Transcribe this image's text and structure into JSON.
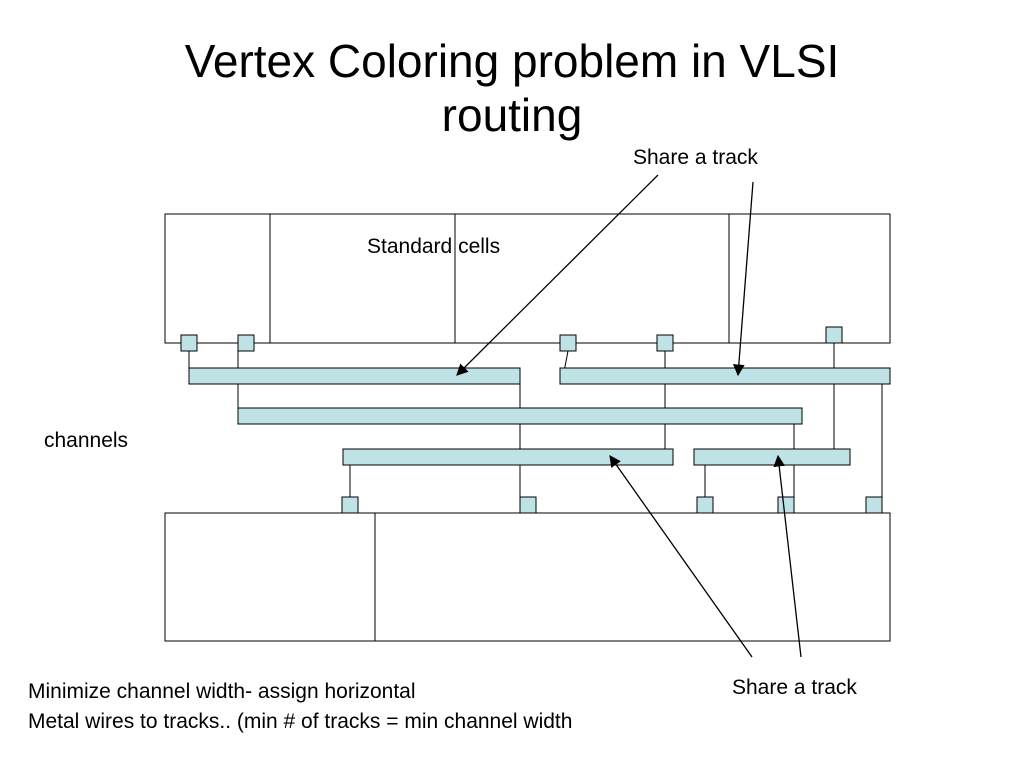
{
  "title": {
    "line1": "Vertex Coloring problem in VLSI",
    "line2": "routing"
  },
  "labels": {
    "share_track_top": "Share a track",
    "share_track_bottom": "Share a track",
    "standard_cells": "Standard cells",
    "channels": "channels"
  },
  "footnote": {
    "line1": "Minimize channel width- assign horizontal",
    "line2": "Metal wires to tracks.. (min # of tracks = min channel width"
  },
  "colors": {
    "wire_fill": "#bfe2e6",
    "pin_fill": "#bfe2e6",
    "stroke": "#000000",
    "cell_fill": "#ffffff"
  }
}
